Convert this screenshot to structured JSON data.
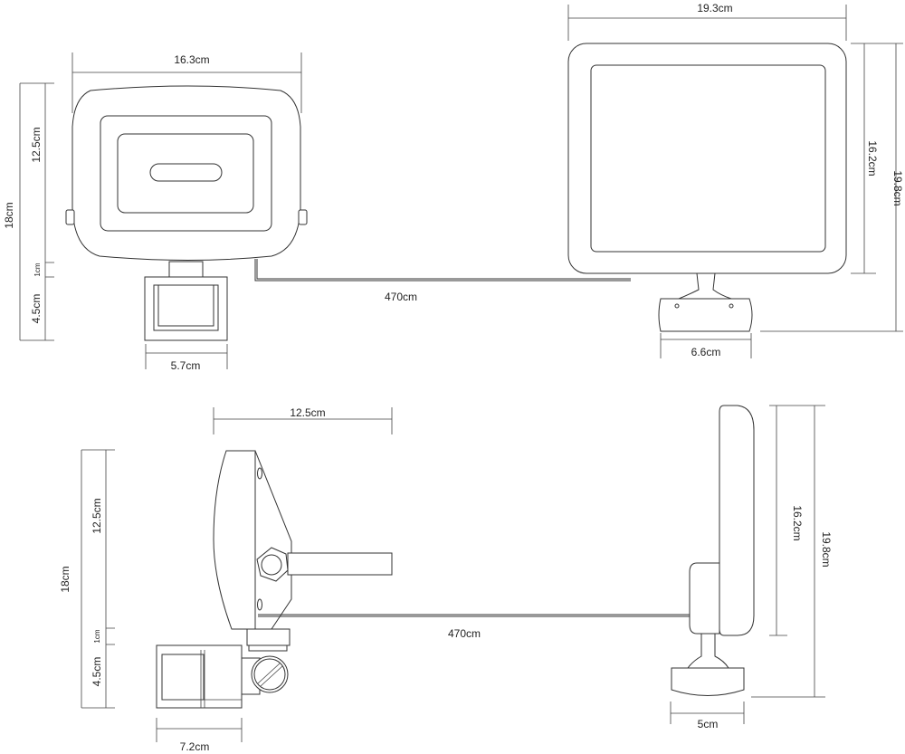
{
  "top_view": {
    "lamp": {
      "width": "16.3cm",
      "total_height": "18cm",
      "head_height": "12.5cm",
      "neck_height": "1cm",
      "sensor_height": "4.5cm",
      "sensor_width": "5.7cm"
    },
    "cable_length": "470cm",
    "panel": {
      "width": "19.3cm",
      "panel_height": "16.2cm",
      "total_height": "19.8cm",
      "base_width": "6.6cm"
    }
  },
  "side_view": {
    "lamp": {
      "depth": "12.5cm",
      "total_height": "18cm",
      "head_height": "12.5cm",
      "neck_height": "1cm",
      "sensor_height": "4.5cm",
      "sensor_depth": "7.2cm"
    },
    "cable_length": "470cm",
    "panel": {
      "panel_height": "16.2cm",
      "total_height": "19.8cm",
      "base_depth": "5cm"
    }
  }
}
